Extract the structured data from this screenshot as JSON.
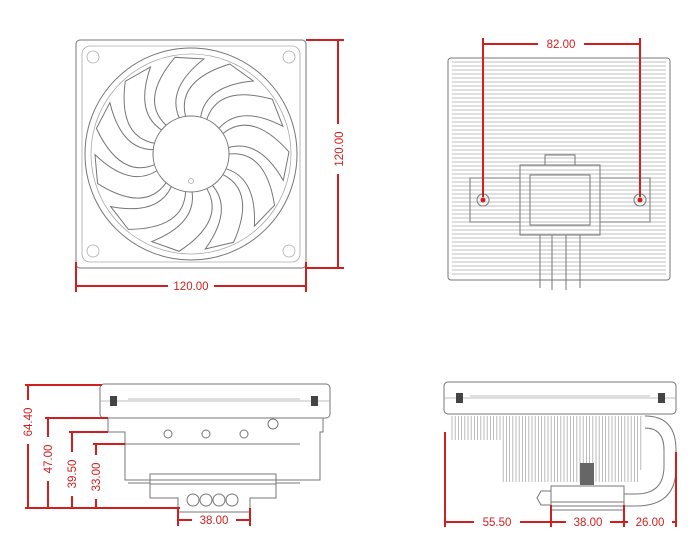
{
  "drawing": {
    "dimension_color": "#d01f1f",
    "line_color": "#777777",
    "views": {
      "fan_front": {
        "width_label": "120.00",
        "height_label": "120.00"
      },
      "heatsink_top": {
        "mount_spacing_label": "82.00"
      },
      "side_left": {
        "height_labels": [
          "64.40",
          "47.00",
          "39.50",
          "33.00"
        ],
        "base_width_label": "38.00"
      },
      "side_right": {
        "offset_left_label": "55.50",
        "base_width_label": "38.00",
        "offset_right_label": "26.00"
      }
    }
  }
}
